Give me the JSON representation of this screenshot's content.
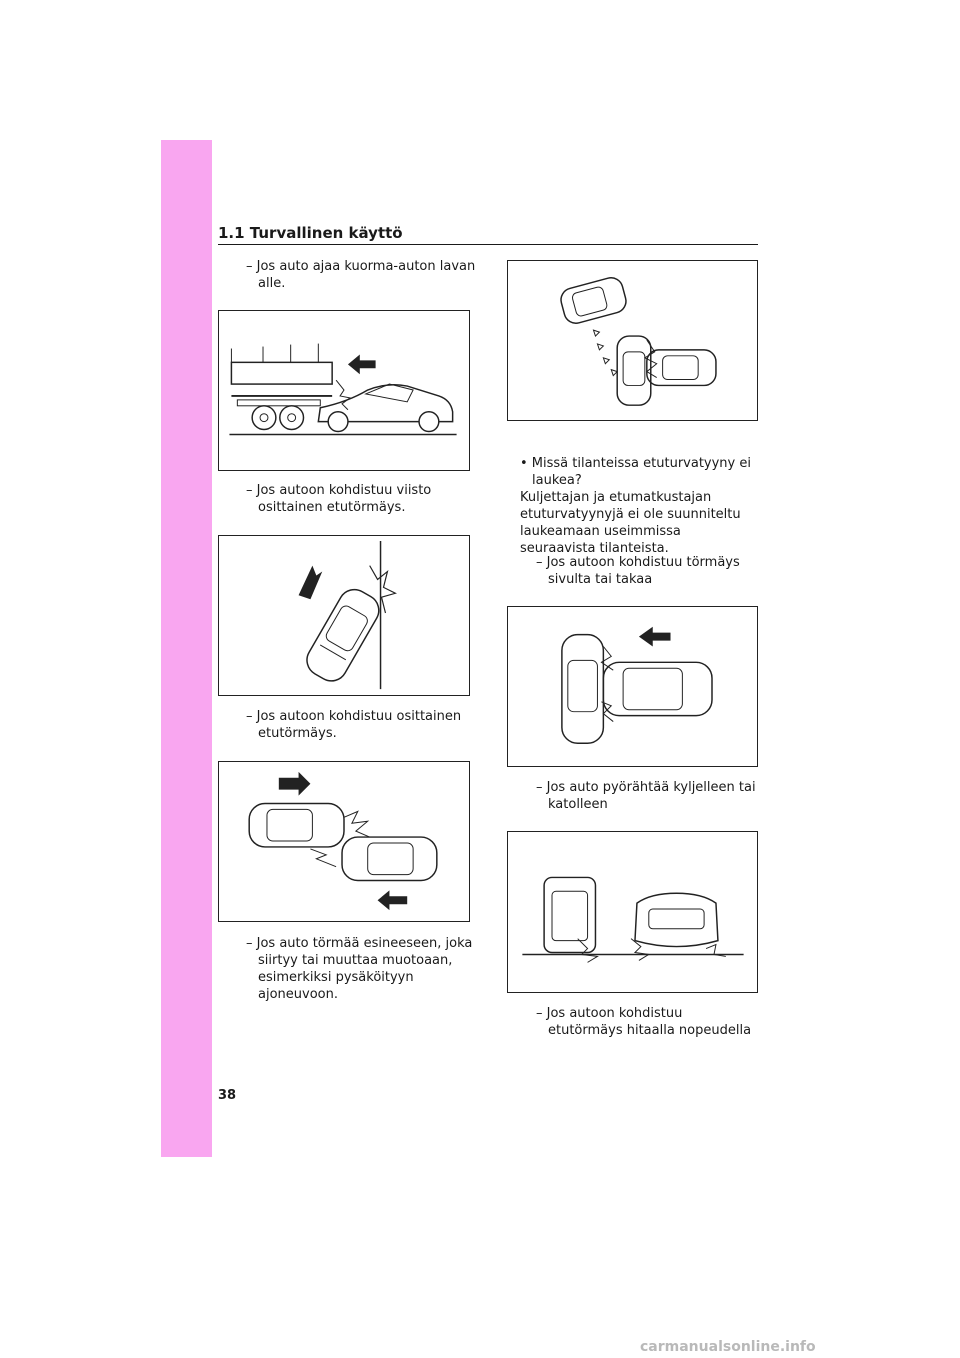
{
  "header": {
    "section": "1.1  Turvallinen käyttö"
  },
  "page_number": "38",
  "left_column": [
    {
      "id": "truck",
      "text": "– Jos auto ajaa kuorma-auton lavan alle."
    },
    {
      "id": "oblique",
      "text": "– Jos autoon kohdistuu viisto osittainen etutörmäys."
    },
    {
      "id": "partial",
      "text": "– Jos autoon kohdistuu osittainen etutörmäys."
    },
    {
      "id": "object",
      "text": "– Jos auto törmää esineeseen, joka siirtyy tai muuttaa muotoaan, esimerkiksi pysäköityyn ajoneuvoon."
    }
  ],
  "right_column": {
    "bullet_title": "• Missä tilanteissa etuturvatyyny ei laukea?",
    "bullet_body": "Kuljettajan ja etumatkustajan etuturvatyynyjä ei ole suunniteltu laukeamaan useimmissa seuraavista tilanteista.",
    "items": [
      {
        "id": "side-rear",
        "text": "– Jos autoon kohdistuu törmäys sivulta tai takaa"
      },
      {
        "id": "rollover",
        "text": "– Jos auto pyörähtää kyljelleen tai katolleen"
      },
      {
        "id": "low-speed",
        "text": "– Jos autoon kohdistuu etutörmäys hitaalla nopeudella"
      }
    ]
  },
  "watermark": "carmanualsonline.info",
  "colors": {
    "sidebar": "#f9a6f0",
    "text": "#1a1a1a"
  }
}
